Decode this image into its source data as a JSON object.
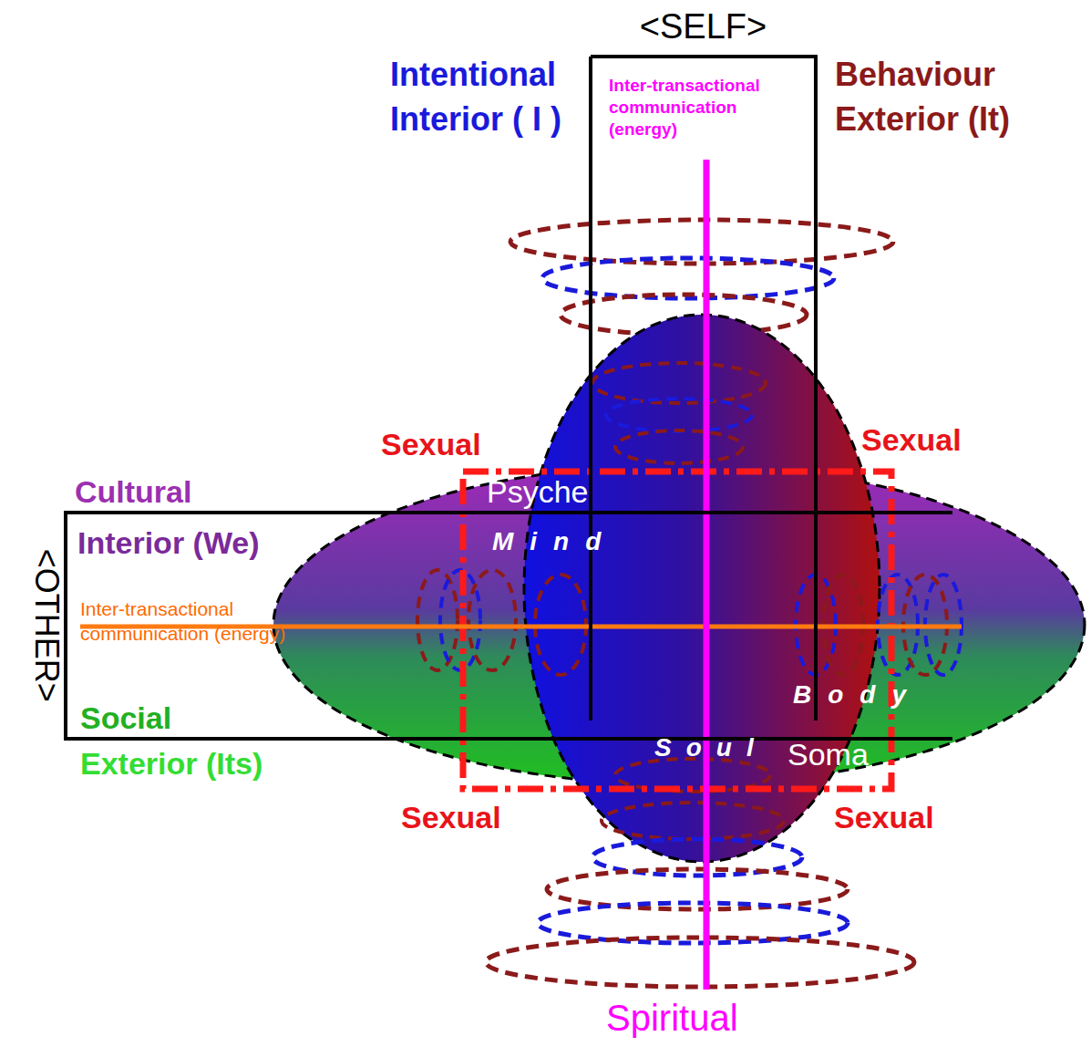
{
  "diagram": {
    "nodes": [
      {
        "text": [
          "<SELF>",
          "Inter-transactional communication (energy)"
        ]
      },
      {
        "text": [
          "<OTHER>",
          "Interior (We)",
          "Inter-transactional communication (energy)",
          "Social"
        ]
      }
    ],
    "labels": [
      "Intentional Interior ( I )",
      "Behaviour Exterior (It)",
      "Sexual",
      "Sexual",
      "Sexual",
      "Sexual",
      "Cultural",
      "Exterior (Its)",
      "Psyche",
      "Mind",
      "Body",
      "Soul",
      "Soma",
      "Spiritual"
    ]
  }
}
